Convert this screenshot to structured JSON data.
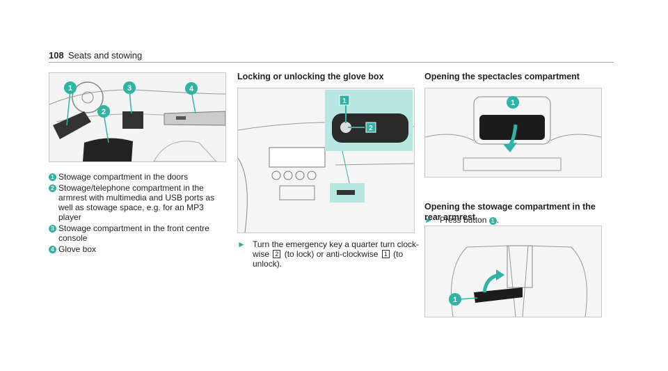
{
  "header": {
    "page_number": "108",
    "section_title": "Seats and stowing"
  },
  "figure1": {
    "callouts": [
      "1",
      "2",
      "3",
      "4"
    ]
  },
  "legend": {
    "items": [
      {
        "num": "1",
        "text": "Stowage compartment in the doors"
      },
      {
        "num": "2",
        "text": "Stowage/telephone compartment in the armrest with multimedia and USB ports as well as stowage space, e.g. for an MP3 player"
      },
      {
        "num": "3",
        "text": "Stowage compartment in the front centre console"
      },
      {
        "num": "4",
        "text": "Glove box"
      }
    ]
  },
  "glovebox": {
    "heading": "Locking or unlocking the glove box",
    "callouts": [
      "1",
      "2"
    ],
    "step_before": "Turn the emergency key a quarter turn clock-wise",
    "key2": "2",
    "step_mid": "(to lock) or anti-clockwise",
    "key1": "1",
    "step_after": "(to unlock)."
  },
  "spectacles": {
    "heading": "Opening the spectacles compartment",
    "callouts": [
      "1"
    ],
    "step_text": "Press button",
    "step_badge": "1",
    "step_end": "."
  },
  "rear_armrest": {
    "heading": "Opening the stowage compartment in the rear armrest",
    "callouts": [
      "1"
    ]
  },
  "colors": {
    "accent": "#2fb3a5",
    "panel": "#b8e6e0"
  }
}
